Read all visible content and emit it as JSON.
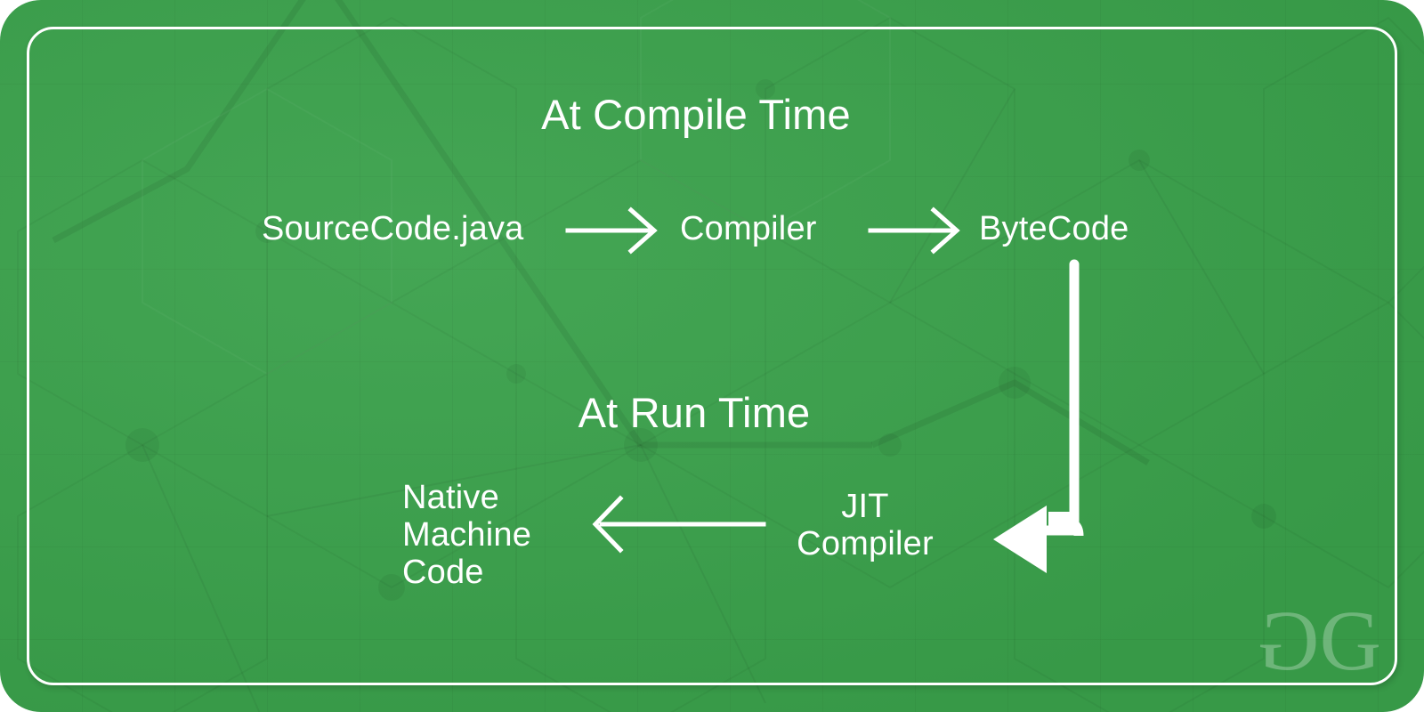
{
  "colors": {
    "background_green": "#3aa14b",
    "text_white": "#ffffff",
    "frame_white": "#ffffff",
    "watermark": "rgba(255,255,255,0.28)"
  },
  "headings": {
    "compile_time": "At Compile Time",
    "run_time": "At Run Time"
  },
  "compile_flow": {
    "source": "SourceCode.java",
    "compiler": "Compiler",
    "bytecode": "ByteCode"
  },
  "run_flow": {
    "jit_compiler": "JIT\nCompiler",
    "native_machine_code": "Native\nMachine\nCode"
  },
  "arrows": [
    {
      "name": "arrow-source-to-compiler",
      "direction": "right",
      "style": "thin"
    },
    {
      "name": "arrow-compiler-to-bytecode",
      "direction": "right",
      "style": "thin"
    },
    {
      "name": "arrow-jit-to-native-code",
      "direction": "left",
      "style": "thin"
    },
    {
      "name": "arrow-bytecode-to-jit",
      "direction": "down-then-left",
      "style": "thick-elbow"
    }
  ],
  "watermark": {
    "mirrored_g": "G",
    "g": "G"
  }
}
